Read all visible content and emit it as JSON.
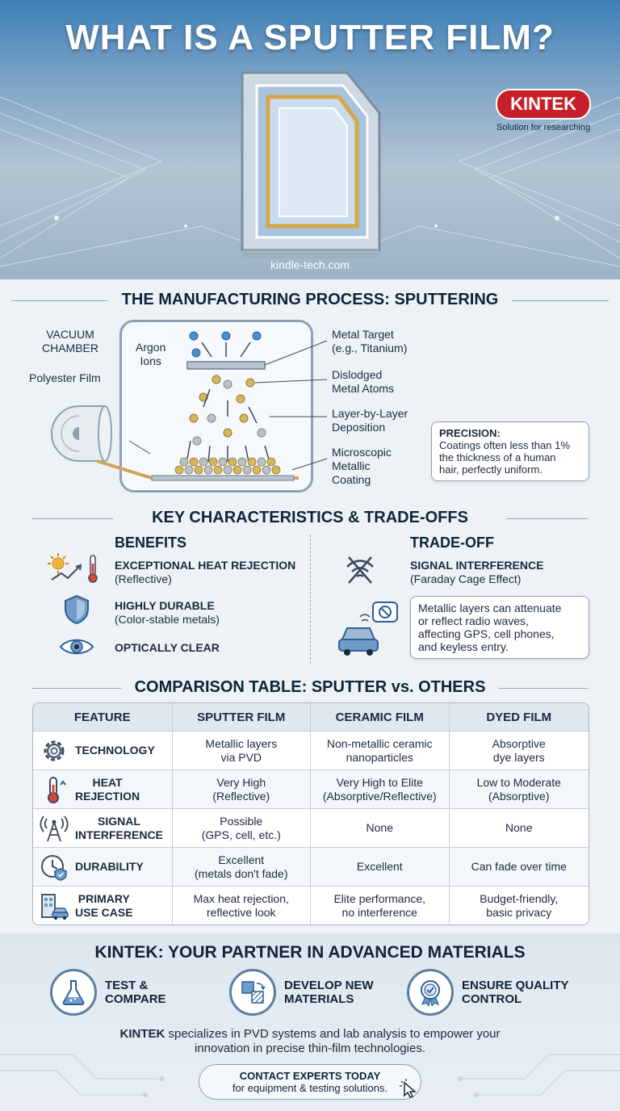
{
  "hero": {
    "title": "WHAT IS A SPUTTER FILM?",
    "brand": "KINTEK",
    "brand_tagline": "Solution for researching",
    "url": "kindle-tech.com"
  },
  "process": {
    "heading": "THE MANUFACTURING PROCESS: SPUTTERING",
    "labels": {
      "vacuum_chamber": [
        "VACUUM",
        "CHAMBER"
      ],
      "argon_ions": [
        "Argon",
        "Ions"
      ],
      "polyester_film": "Polyester Film",
      "metal_target": [
        "Metal Target",
        "(e.g., Titanium)"
      ],
      "dislodged": [
        "Dislodged",
        "Metal Atoms"
      ],
      "deposition": [
        "Layer-by-Layer",
        "Deposition"
      ],
      "coating": [
        "Microscopic",
        "Metallic",
        "Coating"
      ]
    },
    "precision_title": "PRECISION:",
    "precision_text": [
      "Coatings often less than 1%",
      "the thickness of a human",
      "hair, perfectly uniform."
    ]
  },
  "characteristics": {
    "heading": "KEY CHARACTERISTICS & TRADE-OFFS",
    "benefits_title": "BENEFITS",
    "benefits": [
      {
        "title": "EXCEPTIONAL HEAT REJECTION",
        "sub": "(Reflective)",
        "icon": "sun-thermometer-icon"
      },
      {
        "title": "HIGHLY DURABLE",
        "sub": "(Color-stable metals)",
        "icon": "shield-icon"
      },
      {
        "title": "OPTICALLY CLEAR",
        "sub": "",
        "icon": "eye-icon"
      }
    ],
    "tradeoff_title": "TRADE-OFF",
    "tradeoff": {
      "title": "SIGNAL INTERFERENCE",
      "sub": "(Faraday Cage Effect)",
      "icon": "no-wifi-icon"
    },
    "tradeoff_note": [
      "Metallic layers can attenuate",
      "or reflect radio waves,",
      "affecting GPS, cell phones,",
      "and keyless entry."
    ]
  },
  "table": {
    "heading": "COMPARISON TABLE: SPUTTER vs. OTHERS",
    "headers": [
      "FEATURE",
      "SPUTTER FILM",
      "CERAMIC FILM",
      "DYED FILM"
    ],
    "rows": [
      {
        "feature": [
          "TECHNOLOGY"
        ],
        "icon": "gear-icon",
        "cells": [
          [
            "Metallic layers",
            "via PVD"
          ],
          [
            "Non-metallic ceramic",
            "nanoparticles"
          ],
          [
            "Absorptive",
            "dye layers"
          ]
        ]
      },
      {
        "feature": [
          "HEAT",
          "REJECTION"
        ],
        "icon": "thermometer-icon",
        "cells": [
          [
            "Very High",
            "(Reflective)"
          ],
          [
            "Very High to Elite",
            "(Absorptive/Reflective)"
          ],
          [
            "Low to Moderate",
            "(Absorptive)"
          ]
        ]
      },
      {
        "feature": [
          "SIGNAL",
          "INTERFERENCE"
        ],
        "icon": "antenna-icon",
        "cells": [
          [
            "Possible",
            "(GPS, cell, etc.)"
          ],
          [
            "None"
          ],
          [
            "None"
          ]
        ]
      },
      {
        "feature": [
          "DURABILITY"
        ],
        "icon": "clock-shield-icon",
        "cells": [
          [
            "Excellent",
            "(metals don't fade)"
          ],
          [
            "Excellent"
          ],
          [
            "Can fade over time"
          ]
        ]
      },
      {
        "feature": [
          "PRIMARY",
          "USE CASE"
        ],
        "icon": "building-car-icon",
        "cells": [
          [
            "Max heat rejection,",
            "reflective look"
          ],
          [
            "Elite performance,",
            "no interference"
          ],
          [
            "Budget-friendly,",
            "basic privacy"
          ]
        ]
      }
    ]
  },
  "kintek": {
    "heading": "KINTEK: YOUR PARTNER IN ADVANCED MATERIALS",
    "items": [
      {
        "label": [
          "TEST &",
          "COMPARE"
        ],
        "icon": "flask-icon"
      },
      {
        "label": [
          "DEVELOP NEW",
          "MATERIALS"
        ],
        "icon": "materials-icon"
      },
      {
        "label": [
          "ENSURE QUALITY",
          "CONTROL"
        ],
        "icon": "badge-check-icon"
      }
    ],
    "desc_brand": "KINTEK",
    "desc_rest": " specializes in PVD systems and lab analysis to empower your",
    "desc_line2": "innovation in precise thin-film technologies.",
    "cta_title": "CONTACT EXPERTS TODAY",
    "cta_sub": "for equipment & testing solutions."
  }
}
